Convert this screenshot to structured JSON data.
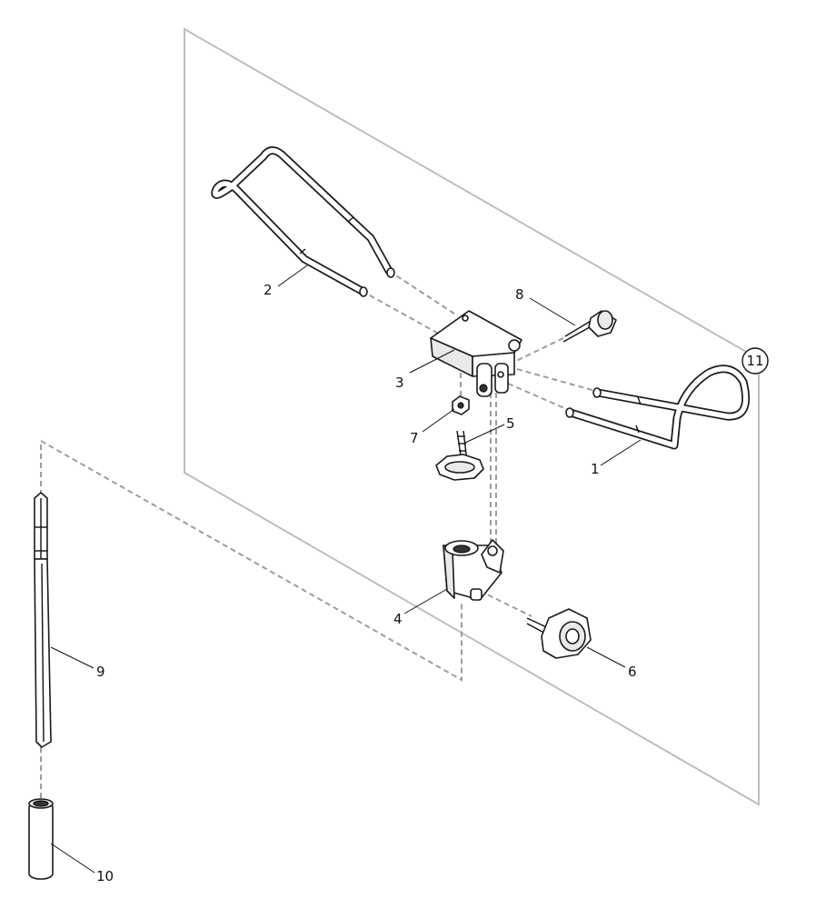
{
  "callouts": {
    "p1": "1",
    "p2": "2",
    "p3": "3",
    "p4": "4",
    "p5": "5",
    "p6": "6",
    "p7": "7",
    "p8": "8",
    "p9": "9",
    "p10": "10",
    "p11": "11"
  }
}
